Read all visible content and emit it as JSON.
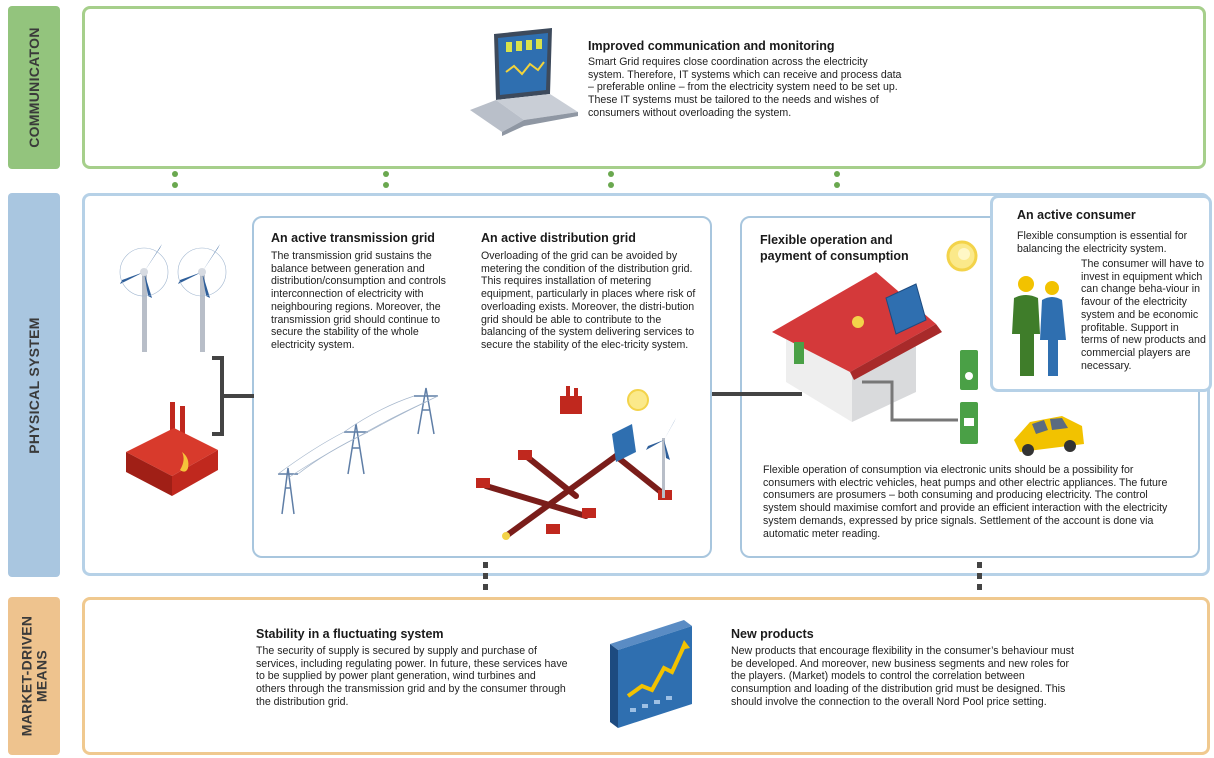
{
  "bands": {
    "communication": "COMMUNICATON",
    "physical": "PHYSICAL SYSTEM",
    "market_line1": "MARKET-DRIVEN",
    "market_line2": "MEANS"
  },
  "communication": {
    "title": "Improved communication and monitoring",
    "body": "Smart Grid requires close coordination across the electricity system. Therefore, IT systems which can receive and process data – preferable online – from the electricity system need to be set up. These IT systems must be tailored to the needs and wishes of consumers without overloading the system."
  },
  "transmission": {
    "title": "An active transmission grid",
    "body": "The transmission grid sustains the balance between generation and distribution/consumption and controls interconnection of electricity with neighbouring regions. Moreover, the transmission grid should continue to secure the stability of the whole electricity system."
  },
  "distribution": {
    "title": "An active distribution grid",
    "body": "Overloading of the grid can be avoided by metering the condition of the distribution grid. This requires installation of metering equipment, particularly in places where risk of overloading exists. Moreover, the distri-bution grid should be able to contribute to the balancing of the system delivering services to secure the stability of the elec-tricity system."
  },
  "flexible": {
    "title_line1": "Flexible operation and",
    "title_line2": "payment of consumption",
    "body": "Flexible operation of consumption via electronic units should be a possibility for consumers with electric vehicles, heat pumps and other electric appliances. The future consumers are prosumers – both consuming and producing electricity. The control system should maximise comfort and provide an efficient interaction with the electricity system demands, expressed by price signals. Settlement of the account is done via automatic meter reading."
  },
  "consumer": {
    "title": "An active consumer",
    "intro": "Flexible consumption is essential for balancing the electricity system.",
    "body": "The consumer will have to invest in equipment which can change beha-viour in favour of the electricity system and be economic profitable. Support in terms of new products and commercial players are necessary."
  },
  "stability": {
    "title": "Stability in a fluctuating system",
    "body": "The security of supply is secured by supply and purchase of services, including regulating power. In future, these services have to be supplied by power plant generation, wind turbines and others through the transmission grid and by the consumer through the distribution grid."
  },
  "new_products": {
    "title": "New products",
    "body": "New products that encourage flexibility in the consumer’s behaviour must be developed. And moreover, new business segments and new roles for the players. (Market) models to control the correlation between consumption and loading of the distribution grid must be designed. This should involve the connection to the overall Nord Pool price setting."
  },
  "colors": {
    "communication": "#93c47d",
    "physical": "#a9c6e0",
    "market": "#eec38e",
    "power_plant": "#c0281e",
    "house_roof": "#d4393a",
    "car": "#f2c200"
  }
}
